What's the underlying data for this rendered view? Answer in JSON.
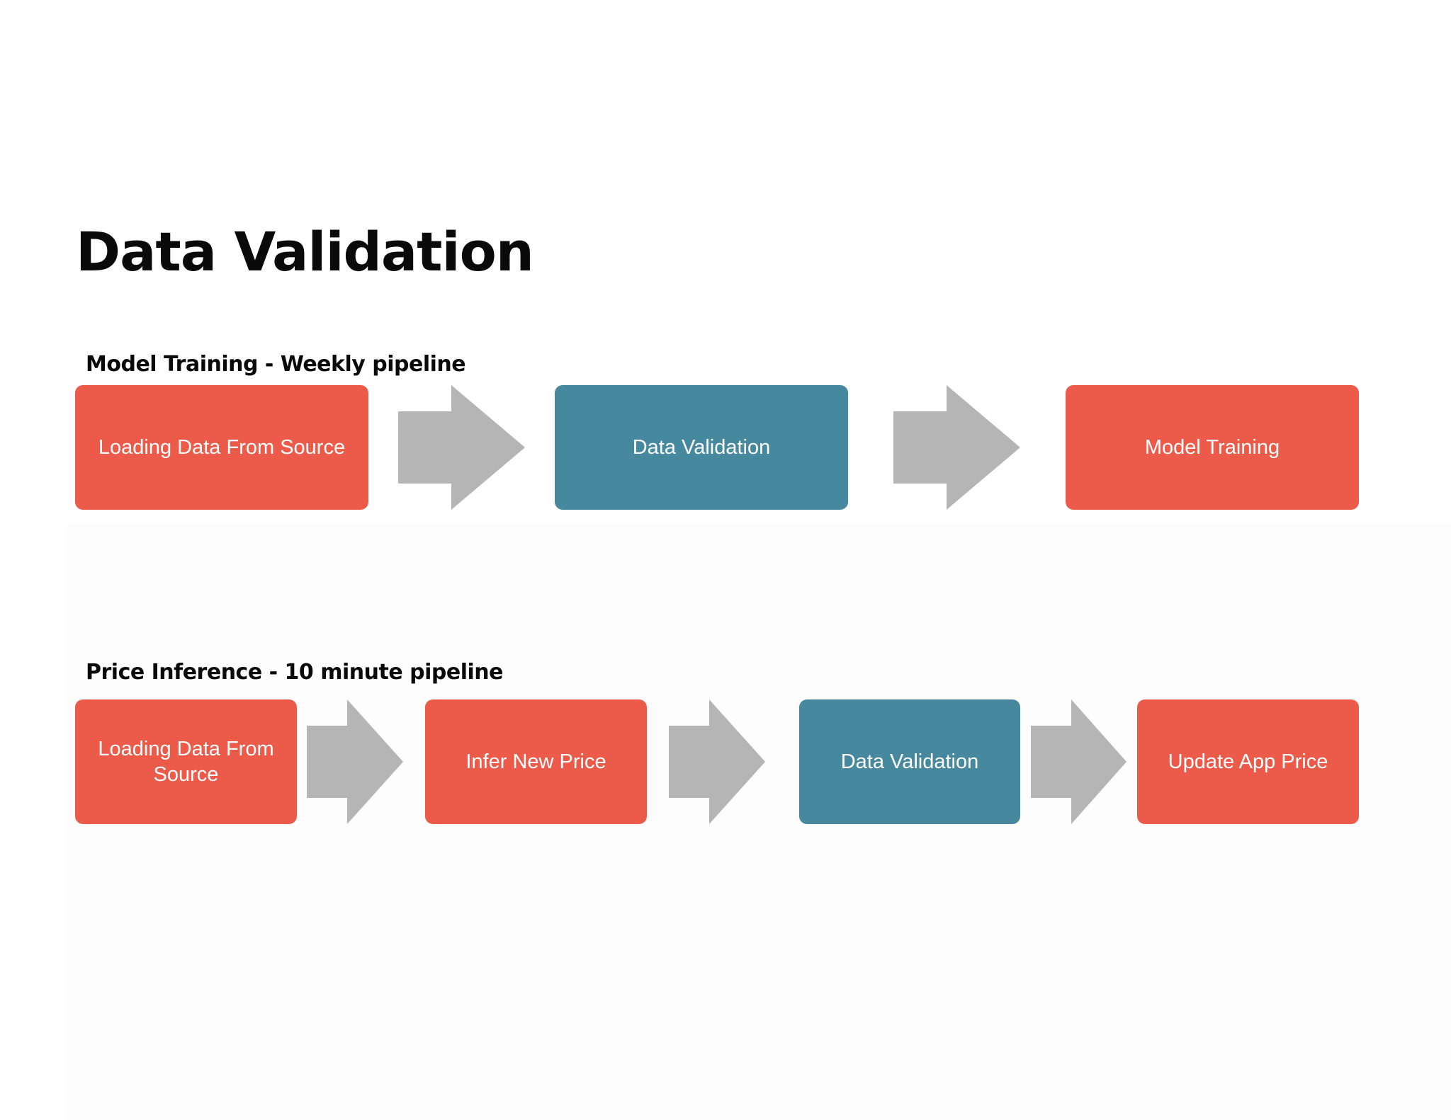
{
  "page_title": "Data Validation",
  "colors": {
    "step_red": "#ec5b4a",
    "step_teal": "#46889d",
    "arrow_gray": "#b5b5b5",
    "text_dark": "#0a0a0a"
  },
  "pipelines": [
    {
      "title": "Model Training - Weekly pipeline",
      "steps": [
        {
          "label": "Loading Data From Source",
          "color": "red"
        },
        {
          "label": "Data Validation",
          "color": "teal"
        },
        {
          "label": "Model Training",
          "color": "red"
        }
      ]
    },
    {
      "title": "Price Inference - 10 minute pipeline",
      "steps": [
        {
          "label": "Loading Data From Source",
          "color": "red"
        },
        {
          "label": "Infer New Price",
          "color": "red"
        },
        {
          "label": "Data Validation",
          "color": "teal"
        },
        {
          "label": "Update App Price",
          "color": "red"
        }
      ]
    }
  ]
}
